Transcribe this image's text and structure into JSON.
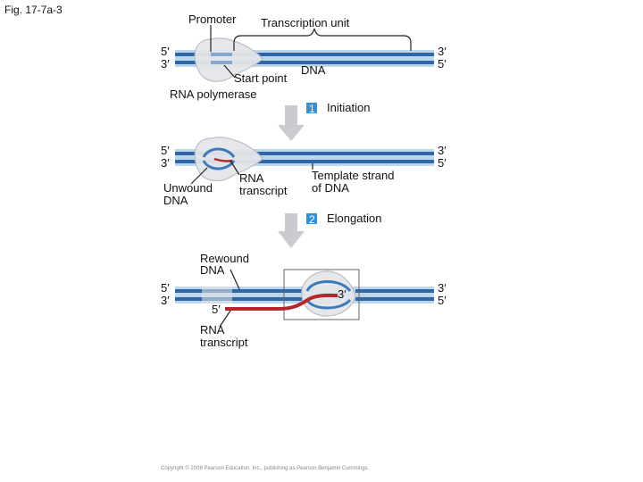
{
  "figure": {
    "label": "Fig. 17-7a-3"
  },
  "panel1": {
    "promoter": "Promoter",
    "transcription_unit": "Transcription unit",
    "dna": "DNA",
    "start_point": "Start point",
    "rna_polymerase": "RNA polymerase",
    "left_top": "5′",
    "left_bottom": "3′",
    "right_top": "3′",
    "right_bottom": "5′"
  },
  "step1": {
    "number": "1",
    "label": "Initiation"
  },
  "panel2": {
    "left_top": "5′",
    "left_bottom": "3′",
    "right_top": "3′",
    "right_bottom": "5′",
    "unwound_line1": "Unwound",
    "unwound_line2": "DNA",
    "rna_line1": "RNA",
    "rna_line2": "transcript",
    "template_line1": "Template strand",
    "template_line2": "of DNA"
  },
  "step2": {
    "number": "2",
    "label": "Elongation"
  },
  "panel3": {
    "rewound_line1": "Rewound",
    "rewound_line2": "DNA",
    "left_top": "5′",
    "left_bottom": "3′",
    "right_top": "3′",
    "right_bottom": "5′",
    "rna_end_3": "3′",
    "rna_end_5": "5′",
    "rna_line1": "RNA",
    "rna_line2": "transcript"
  },
  "footer": {
    "copyright": "Copyright © 2008 Pearson Education, Inc., publishing as Pearson Benjamin Cummings."
  },
  "colors": {
    "dna_dark": "#2f66a6",
    "dna_light": "#bcd6ec",
    "polymerase": "#e4e6ea",
    "rna": "#b3262a",
    "arrow": "#c9cbd0",
    "step_badge": "#3a8fd0"
  }
}
